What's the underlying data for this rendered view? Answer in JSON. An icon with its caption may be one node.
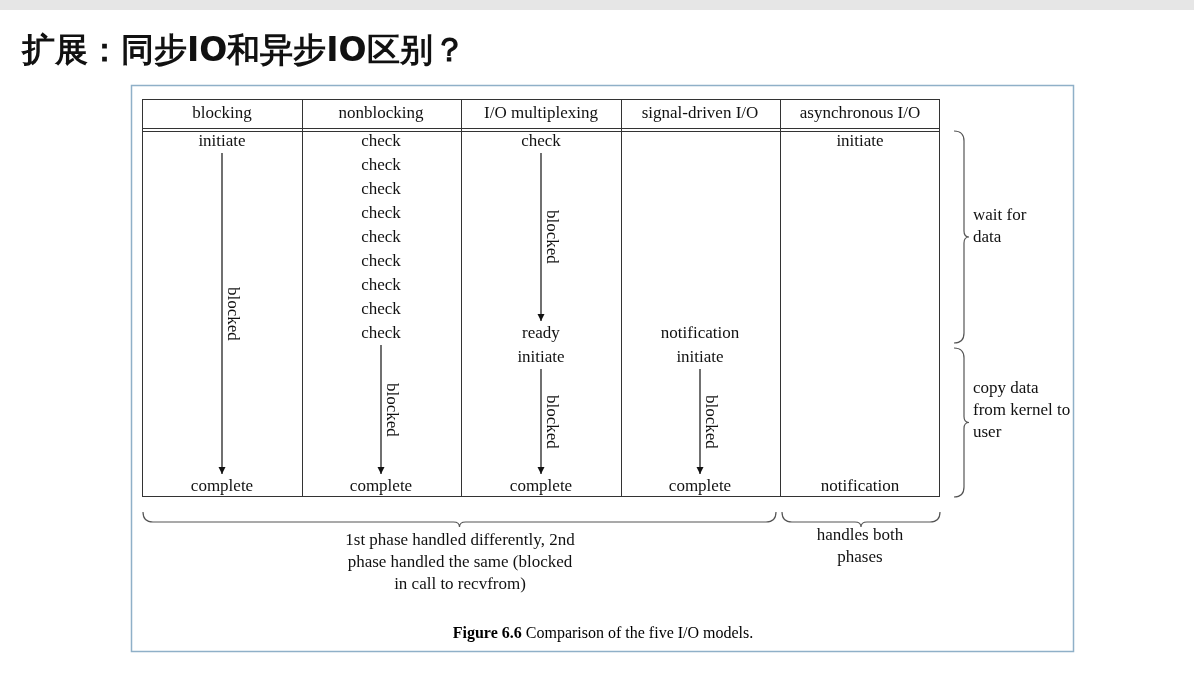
{
  "diagram": {
    "title": "扩展：同步IO和异步IO区别？",
    "caption": "**Figure 6.6** Comparison of the five I/O models.",
    "nodes": [
      {
        "text": [
          "initiate"
        ]
      },
      {
        "text": [
          "complete"
        ]
      },
      {
        "text": [
          "check"
        ]
      },
      {
        "text": [
          "complete"
        ]
      },
      {
        "text": [
          "check"
        ]
      },
      {
        "text": [
          "ready"
        ]
      },
      {
        "text": [
          "initiate"
        ]
      },
      {
        "text": [
          "complete"
        ]
      },
      {
        "text": [
          "initiate"
        ]
      },
      {
        "text": [
          "complete"
        ]
      }
    ],
    "edges": [
      {
        "from": 0,
        "to": 1,
        "arrow": "to",
        "label": "blocked"
      },
      {
        "from": 2,
        "to": 3,
        "arrow": "to",
        "label": "blocked"
      },
      {
        "from": 4,
        "to": 5,
        "arrow": "to",
        "label": "blocked"
      },
      {
        "from": 6,
        "to": 7,
        "arrow": "to",
        "label": "blocked"
      },
      {
        "from": 8,
        "to": 9,
        "arrow": "to",
        "label": "blocked"
      }
    ],
    "labels": [
      "blocking",
      "nonblocking",
      "I/O multiplexing",
      "signal-driven I/O",
      "asynchronous I/O",
      "check",
      "check",
      "check",
      "check",
      "check",
      "check",
      "check",
      "check",
      "initiate",
      "notification",
      "notification",
      "wait for data",
      "copy data from kernel to user",
      "1st phase handled differently, 2nd phase handled the same (blocked in call to recvfrom)",
      "handles both phases"
    ]
  }
}
